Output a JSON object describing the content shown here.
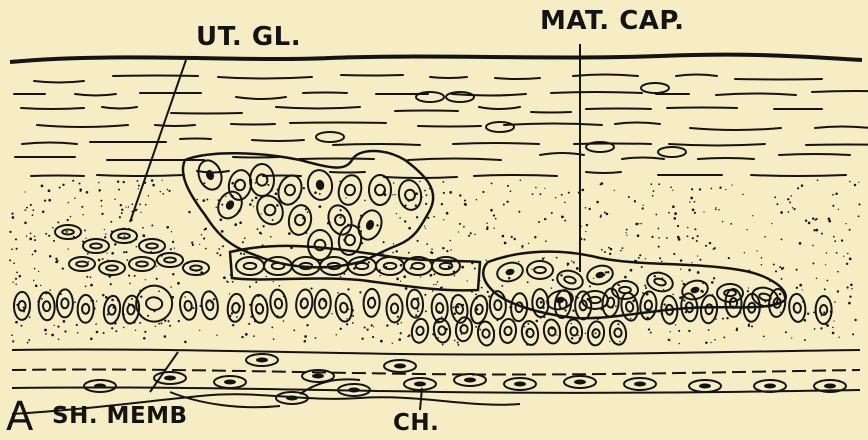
{
  "figure": {
    "panel_letter": "A",
    "labels": {
      "uterine_gland": "UT. GL.",
      "maternal_capillary": "MAT. CAP.",
      "shell_membrane": "SH. MEMB",
      "chorion": "CH."
    },
    "colors": {
      "paper": "#f6edc4",
      "ink": "#141414"
    }
  }
}
